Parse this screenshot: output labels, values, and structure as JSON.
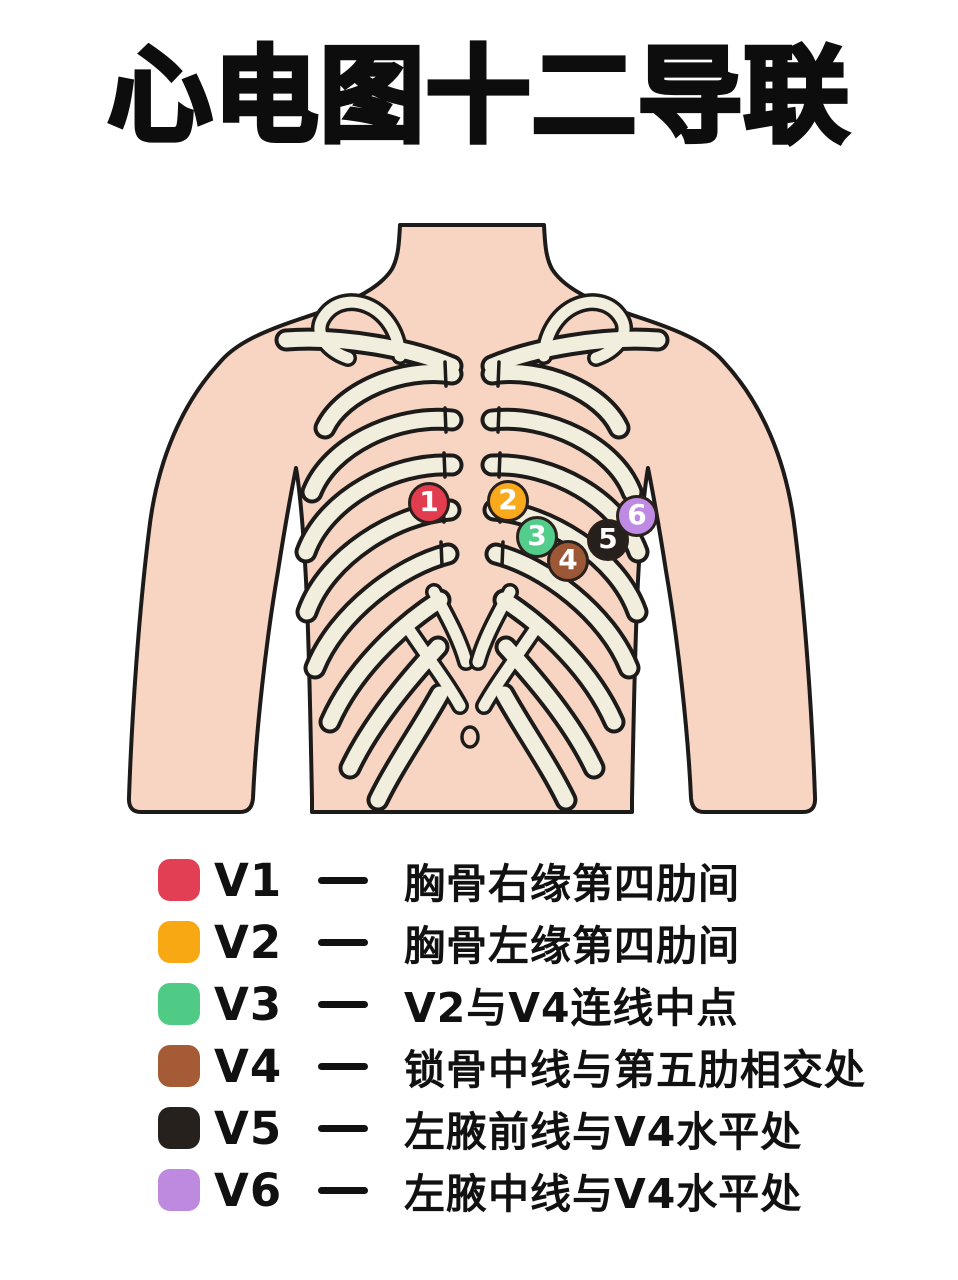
{
  "title": "心电图十二导联",
  "figure": {
    "palette": {
      "skin": "#f8d5c2",
      "bone": "#f2eedd",
      "outline": "#1d1b1a",
      "electrode-ring": "#2a211d",
      "electrode-number": "#ffffff"
    },
    "electrodes": [
      {
        "number": "1",
        "color": "#e23c4f"
      },
      {
        "number": "2",
        "color": "#f8a91c"
      },
      {
        "number": "3",
        "color": "#53cd8b"
      },
      {
        "number": "4",
        "color": "#9c5736"
      },
      {
        "number": "5",
        "color": "#26201d"
      },
      {
        "number": "6",
        "color": "#bf8ae3"
      }
    ]
  },
  "legend": {
    "rows": [
      {
        "swatch_color": "#e23f55",
        "label": "V1",
        "dash": "—",
        "description": "胸骨右缘第四肋间"
      },
      {
        "swatch_color": "#f8a812",
        "label": "V2",
        "dash": "—",
        "description": "胸骨左缘第四肋间"
      },
      {
        "swatch_color": "#50cb85",
        "label": "V3",
        "dash": "—",
        "description": "V2与V4连线中点"
      },
      {
        "swatch_color": "#a55b36",
        "label": "V4",
        "dash": "—",
        "description": "锁骨中线与第五肋相交处"
      },
      {
        "swatch_color": "#27211d",
        "label": "V5",
        "dash": "—",
        "description": "左腋前线与V4水平处"
      },
      {
        "swatch_color": "#bd8ae0",
        "label": "V6",
        "dash": "—",
        "description": "左腋中线与V4水平处"
      }
    ]
  }
}
